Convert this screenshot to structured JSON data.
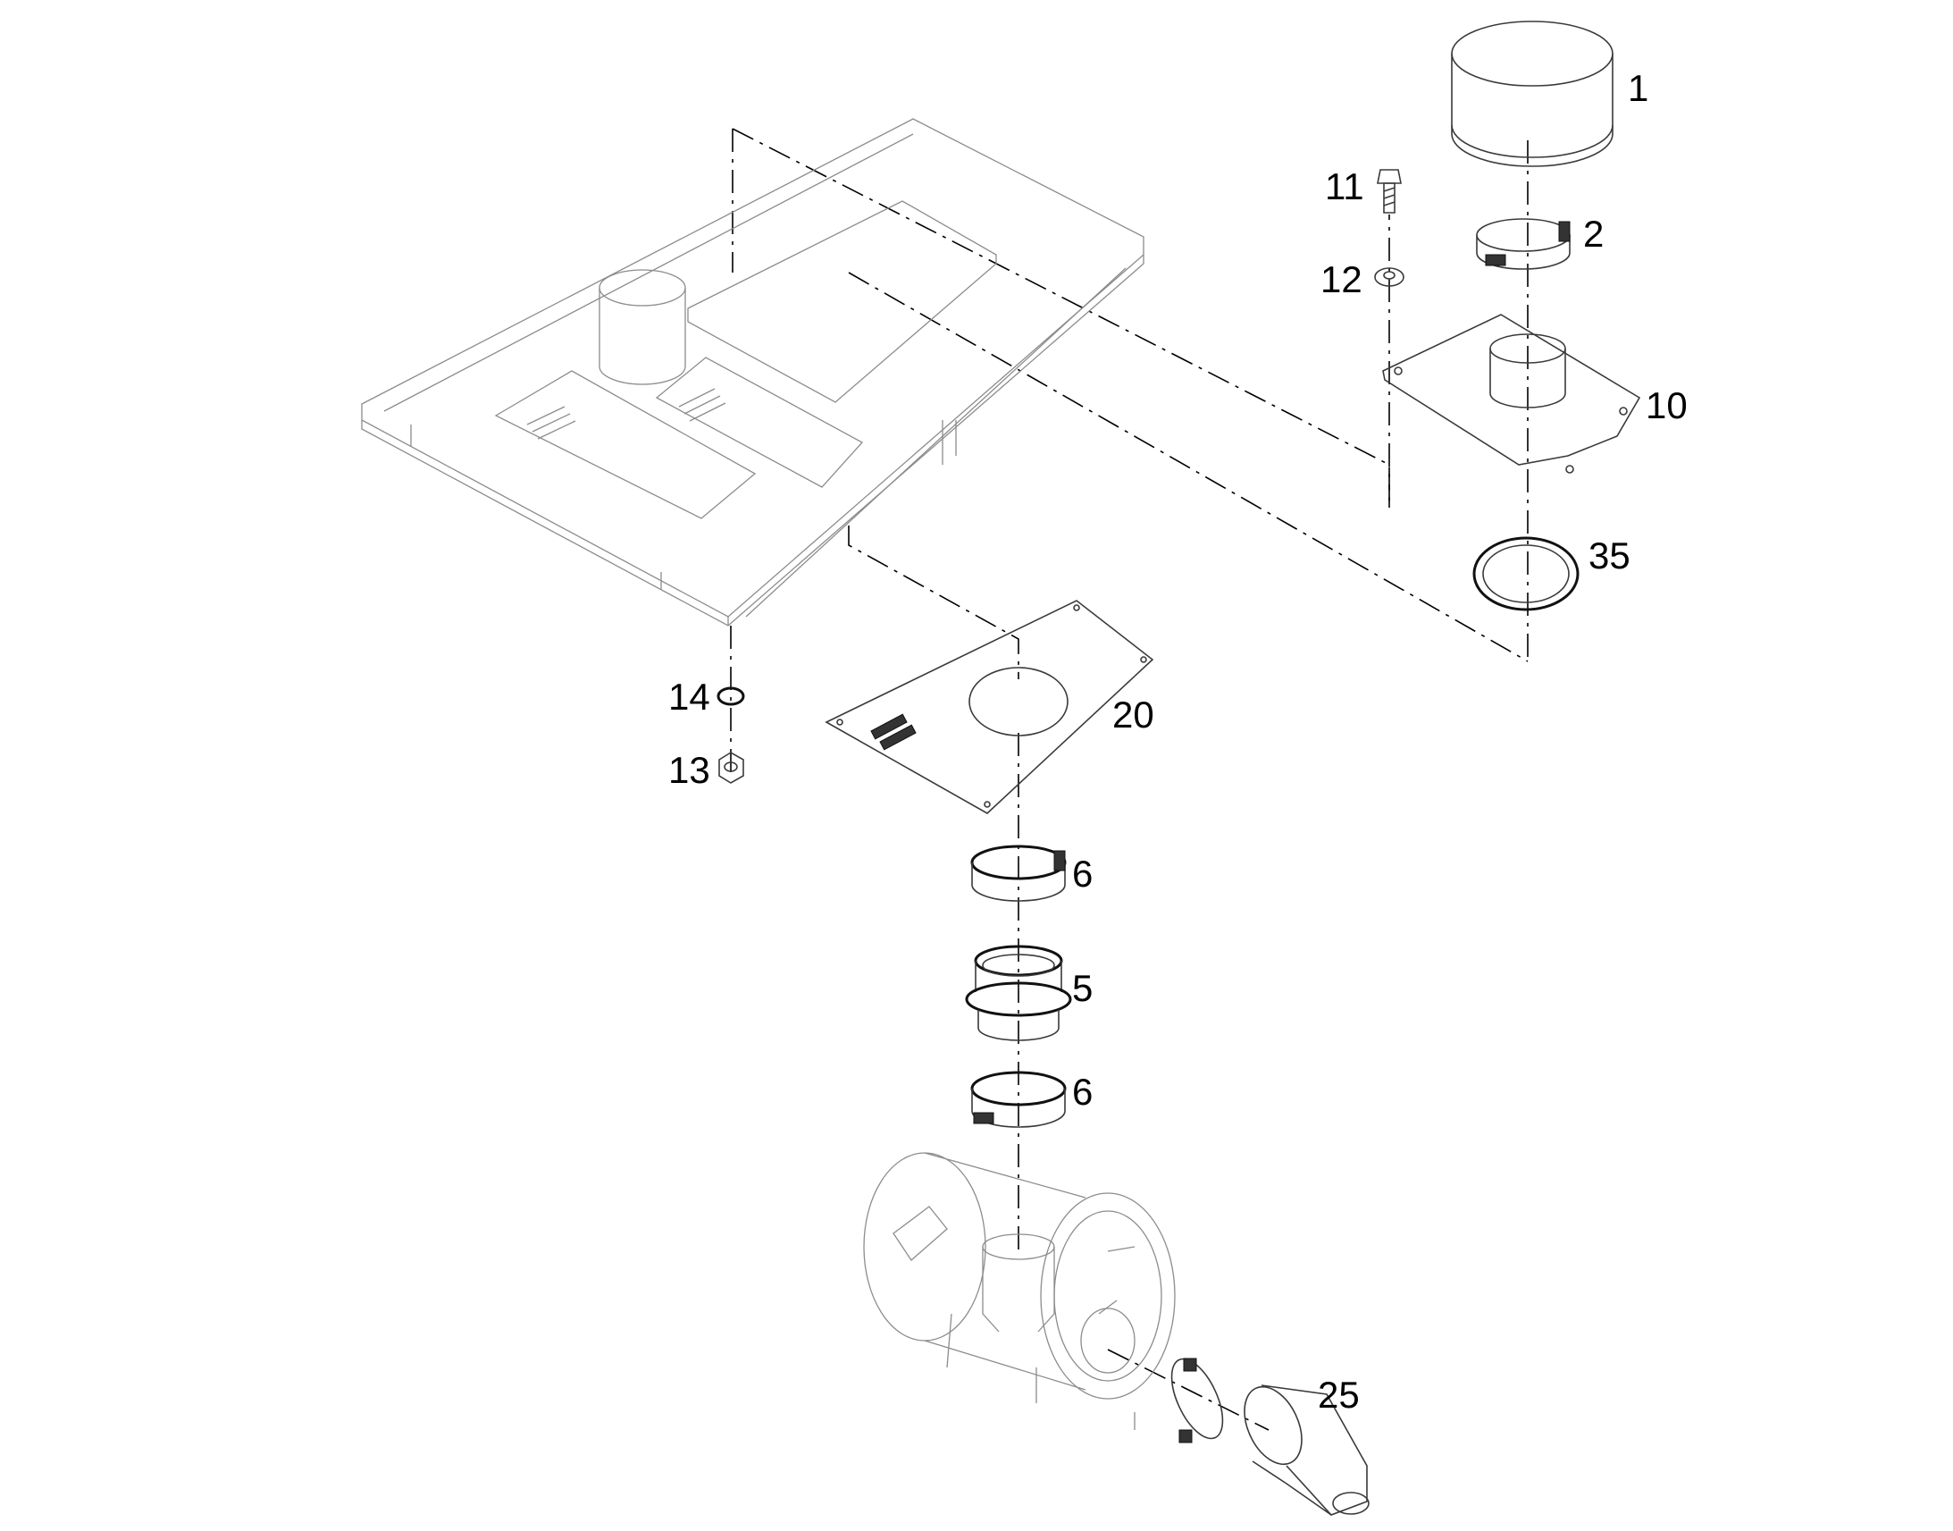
{
  "diagram": {
    "callouts": [
      {
        "id": "c1",
        "label": "1"
      },
      {
        "id": "c2",
        "label": "2"
      },
      {
        "id": "c5",
        "label": "5"
      },
      {
        "id": "c6a",
        "label": "6"
      },
      {
        "id": "c6b",
        "label": "6"
      },
      {
        "id": "c10",
        "label": "10"
      },
      {
        "id": "c11",
        "label": "11"
      },
      {
        "id": "c12",
        "label": "12"
      },
      {
        "id": "c13",
        "label": "13"
      },
      {
        "id": "c14",
        "label": "14"
      },
      {
        "id": "c20",
        "label": "20"
      },
      {
        "id": "c25",
        "label": "25"
      },
      {
        "id": "c35",
        "label": "35"
      }
    ]
  }
}
